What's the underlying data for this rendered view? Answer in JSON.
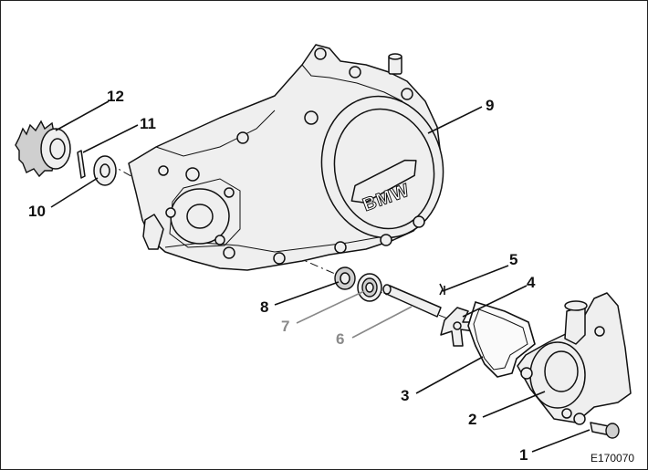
{
  "diagram": {
    "figure_code": "E170070",
    "logo_text": "BMW",
    "callouts": [
      {
        "id": "1",
        "label": "1",
        "color": "#111111"
      },
      {
        "id": "2",
        "label": "2",
        "color": "#111111"
      },
      {
        "id": "3",
        "label": "3",
        "color": "#111111"
      },
      {
        "id": "4",
        "label": "4",
        "color": "#111111"
      },
      {
        "id": "5",
        "label": "5",
        "color": "#111111"
      },
      {
        "id": "6",
        "label": "6",
        "color": "#8a8a8a"
      },
      {
        "id": "7",
        "label": "7",
        "color": "#8a8a8a"
      },
      {
        "id": "8",
        "label": "8",
        "color": "#111111"
      },
      {
        "id": "9",
        "label": "9",
        "color": "#111111"
      },
      {
        "id": "10",
        "label": "10",
        "color": "#111111"
      },
      {
        "id": "11",
        "label": "11",
        "color": "#111111"
      },
      {
        "id": "12",
        "label": "12",
        "color": "#111111"
      }
    ]
  }
}
